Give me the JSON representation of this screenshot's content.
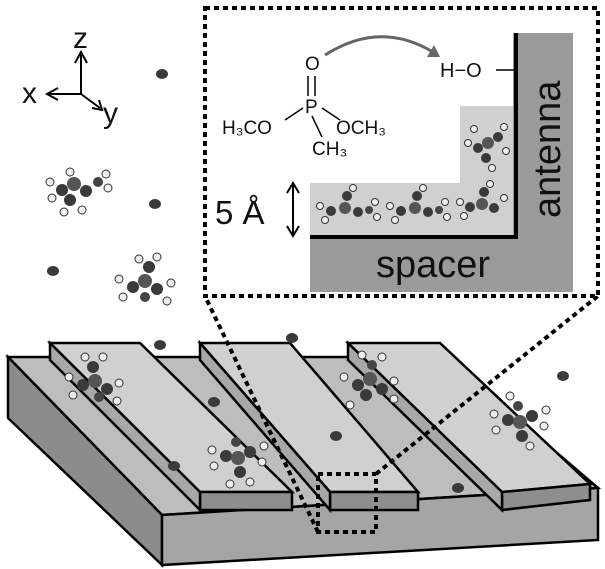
{
  "axes": {
    "z": "z",
    "x": "x",
    "y": "y"
  },
  "inset": {
    "thickness_label": "5 Å",
    "layer_labels": {
      "antenna": "antenna",
      "spacer": "spacer"
    },
    "molecule": {
      "atom_P": "P",
      "atom_O": "O",
      "left_group": "H₃CO",
      "right_group": "OCH₃",
      "bottom_group": "CH₃"
    },
    "hydroxyl": "H−O"
  },
  "colors": {
    "substrate_top": "#bdbdbd",
    "substrate_front": "#9e9e9e",
    "substrate_side": "#8a8a8a",
    "antenna_top": "#c8c8c8",
    "antenna_front": "#8e8e8e",
    "inset_dark": "#9a9a9a",
    "inset_light": "#d0d0d0",
    "atom_dark": "#3a3a3a",
    "atom_light": "#e6e6e6"
  }
}
